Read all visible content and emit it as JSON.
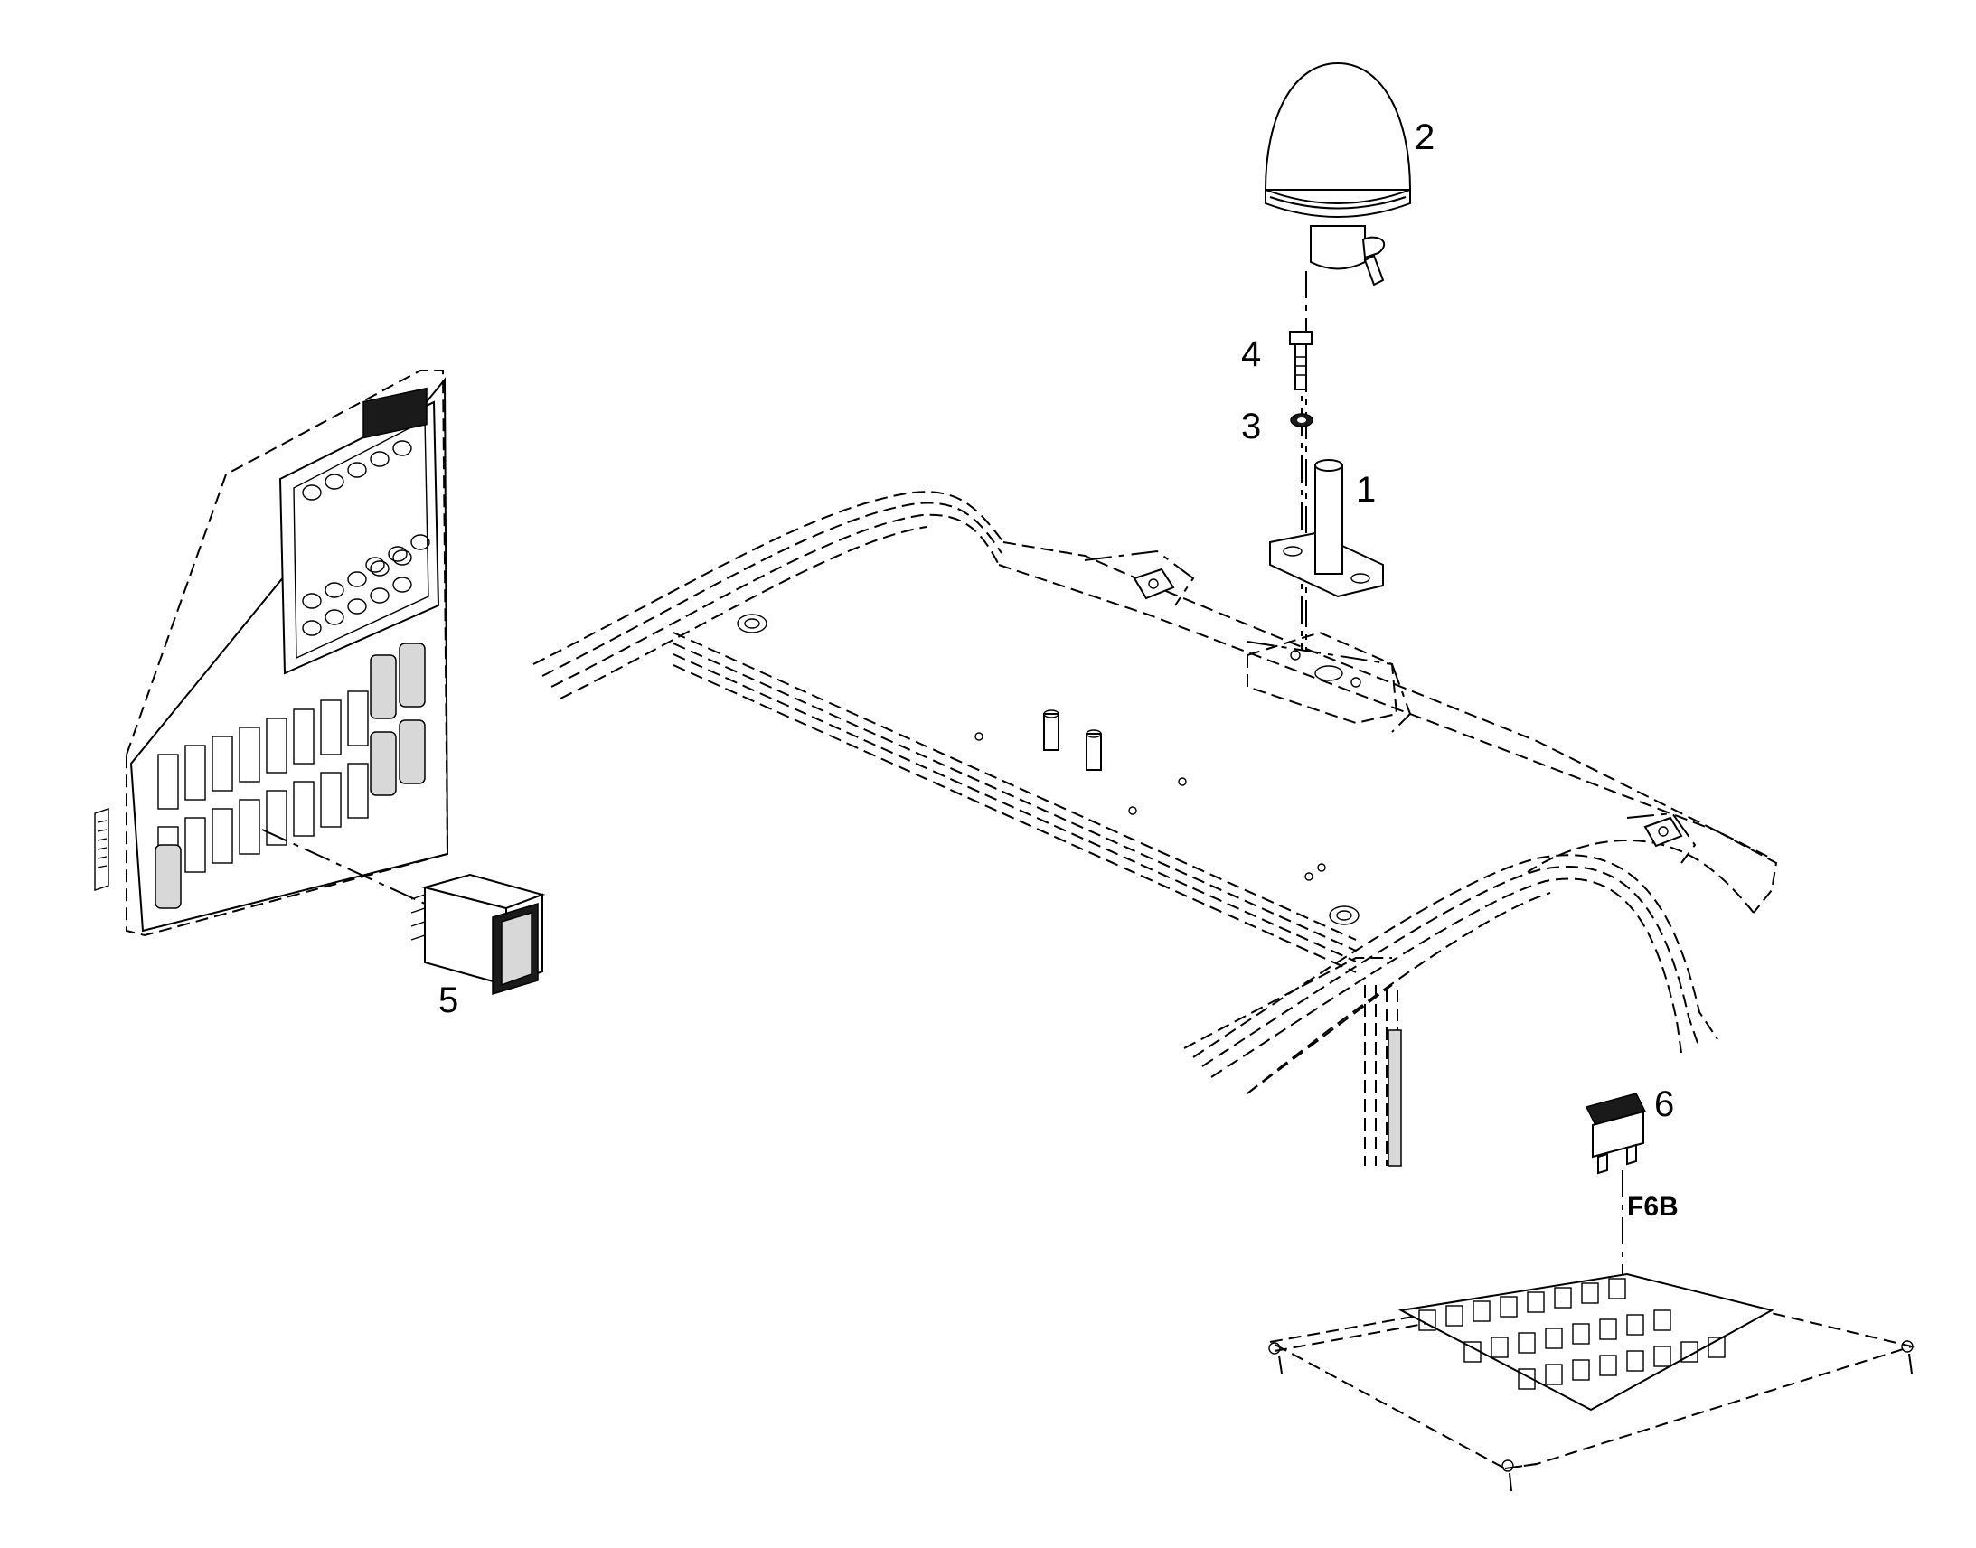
{
  "callouts": {
    "c1": "1",
    "c2": "2",
    "c3": "3",
    "c4": "4",
    "c5": "5",
    "c6": "6"
  },
  "fuse_label": "F6B"
}
